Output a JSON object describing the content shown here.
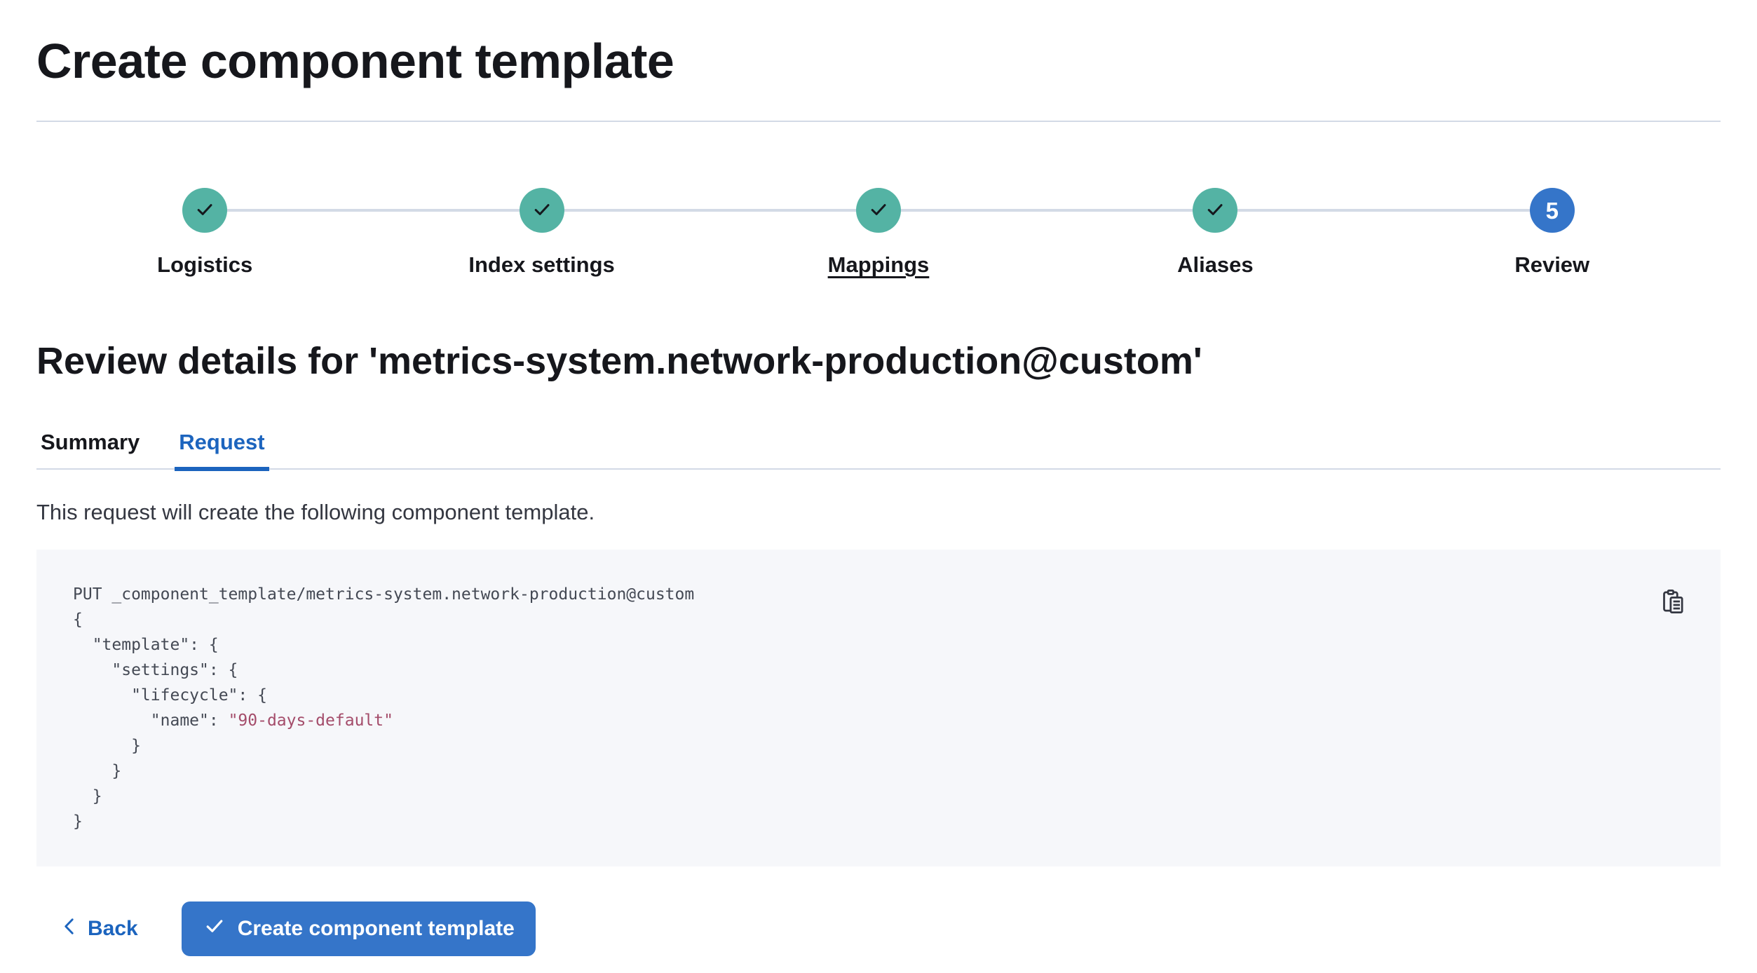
{
  "page": {
    "title": "Create component template",
    "review_heading": "Review details for 'metrics-system.network-production@custom'"
  },
  "steps": [
    {
      "label": "Logistics",
      "status": "complete"
    },
    {
      "label": "Index settings",
      "status": "complete"
    },
    {
      "label": "Mappings",
      "status": "complete"
    },
    {
      "label": "Aliases",
      "status": "complete"
    },
    {
      "label": "Review",
      "status": "current",
      "number": "5"
    }
  ],
  "tabs": [
    {
      "label": "Summary",
      "active": false
    },
    {
      "label": "Request",
      "active": true
    }
  ],
  "request_tab": {
    "description": "This request will create the following component template.",
    "code": {
      "lines": [
        {
          "t": "PUT _component_template/metrics-system.network-production@custom"
        },
        {
          "t": "{"
        },
        {
          "t": "  \"template\": {"
        },
        {
          "t": "    \"settings\": {"
        },
        {
          "t": "      \"lifecycle\": {"
        },
        {
          "t": "        \"name\": ",
          "s": "\"90-days-default\""
        },
        {
          "t": "      }"
        },
        {
          "t": "    }"
        },
        {
          "t": "  }"
        },
        {
          "t": "}"
        }
      ]
    }
  },
  "footer": {
    "back_label": "Back",
    "submit_label": "Create component template"
  },
  "icons": {
    "completed_step": "check-icon",
    "copy": "copy-icon",
    "back": "chevron-left-icon",
    "submit": "check-icon"
  },
  "colors": {
    "primary_button": "#3575c9",
    "link_blue": "#1c64be",
    "success_teal": "#54b3a4",
    "divider": "#d3dae6",
    "code_background": "#f6f7fa",
    "code_text": "#444954",
    "code_string": "#a44c6a",
    "text_dark": "#16171c"
  }
}
